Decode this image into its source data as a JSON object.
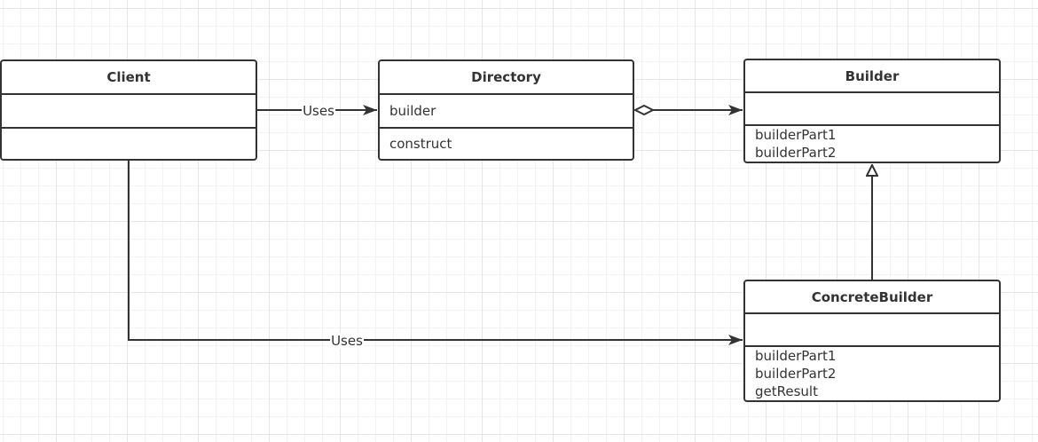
{
  "diagram": {
    "classes": {
      "client": {
        "name": "Client",
        "attributes": [],
        "methods": []
      },
      "directory": {
        "name": "Directory",
        "attributes": [
          "builder"
        ],
        "methods": [
          "construct"
        ]
      },
      "builder": {
        "name": "Builder",
        "attributes": [],
        "methods": [
          "builderPart1",
          "builderPart2"
        ]
      },
      "concrete_builder": {
        "name": "ConcreteBuilder",
        "attributes": [],
        "methods": [
          "builderPart1",
          "builderPart2",
          "getResult"
        ]
      }
    },
    "relations": [
      {
        "from": "Client",
        "to": "Directory",
        "type": "association",
        "label": "Uses"
      },
      {
        "from": "Directory",
        "to": "Builder",
        "type": "aggregation",
        "label": ""
      },
      {
        "from": "ConcreteBuilder",
        "to": "Builder",
        "type": "generalization",
        "label": ""
      },
      {
        "from": "Client",
        "to": "ConcreteBuilder",
        "type": "association",
        "label": "Uses"
      }
    ],
    "colors": {
      "line": "#333333",
      "grid": "#e6e6e6",
      "background": "#ffffff"
    }
  }
}
